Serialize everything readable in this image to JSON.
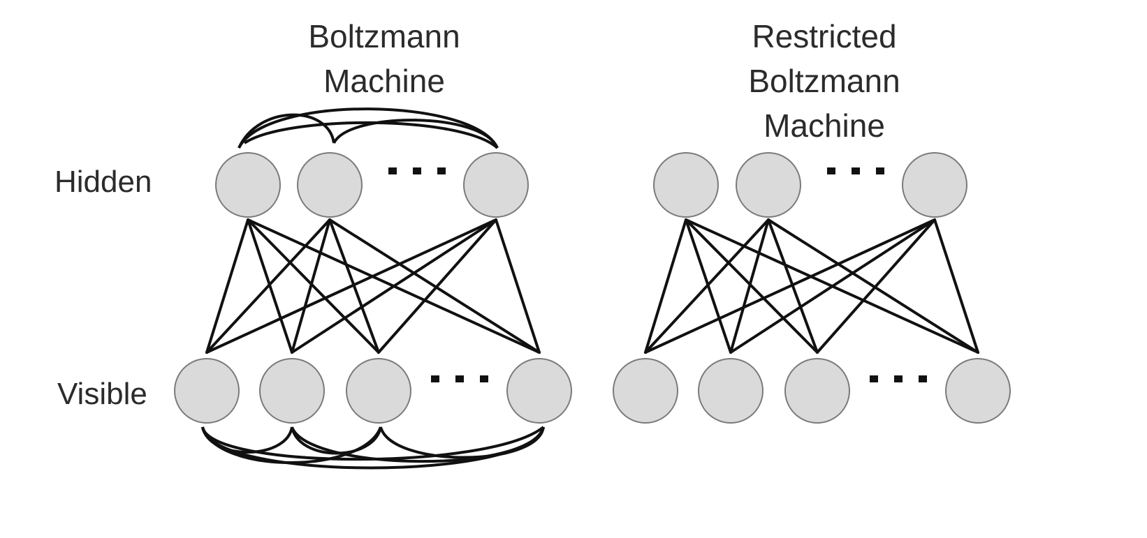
{
  "diagrams": {
    "bm": {
      "title": [
        "Boltzmann",
        "Machine"
      ]
    },
    "rbm": {
      "title": [
        "Restricted",
        "Boltzmann",
        "Machine"
      ]
    }
  },
  "labels": {
    "hidden": "Hidden",
    "visible": "Visible"
  }
}
